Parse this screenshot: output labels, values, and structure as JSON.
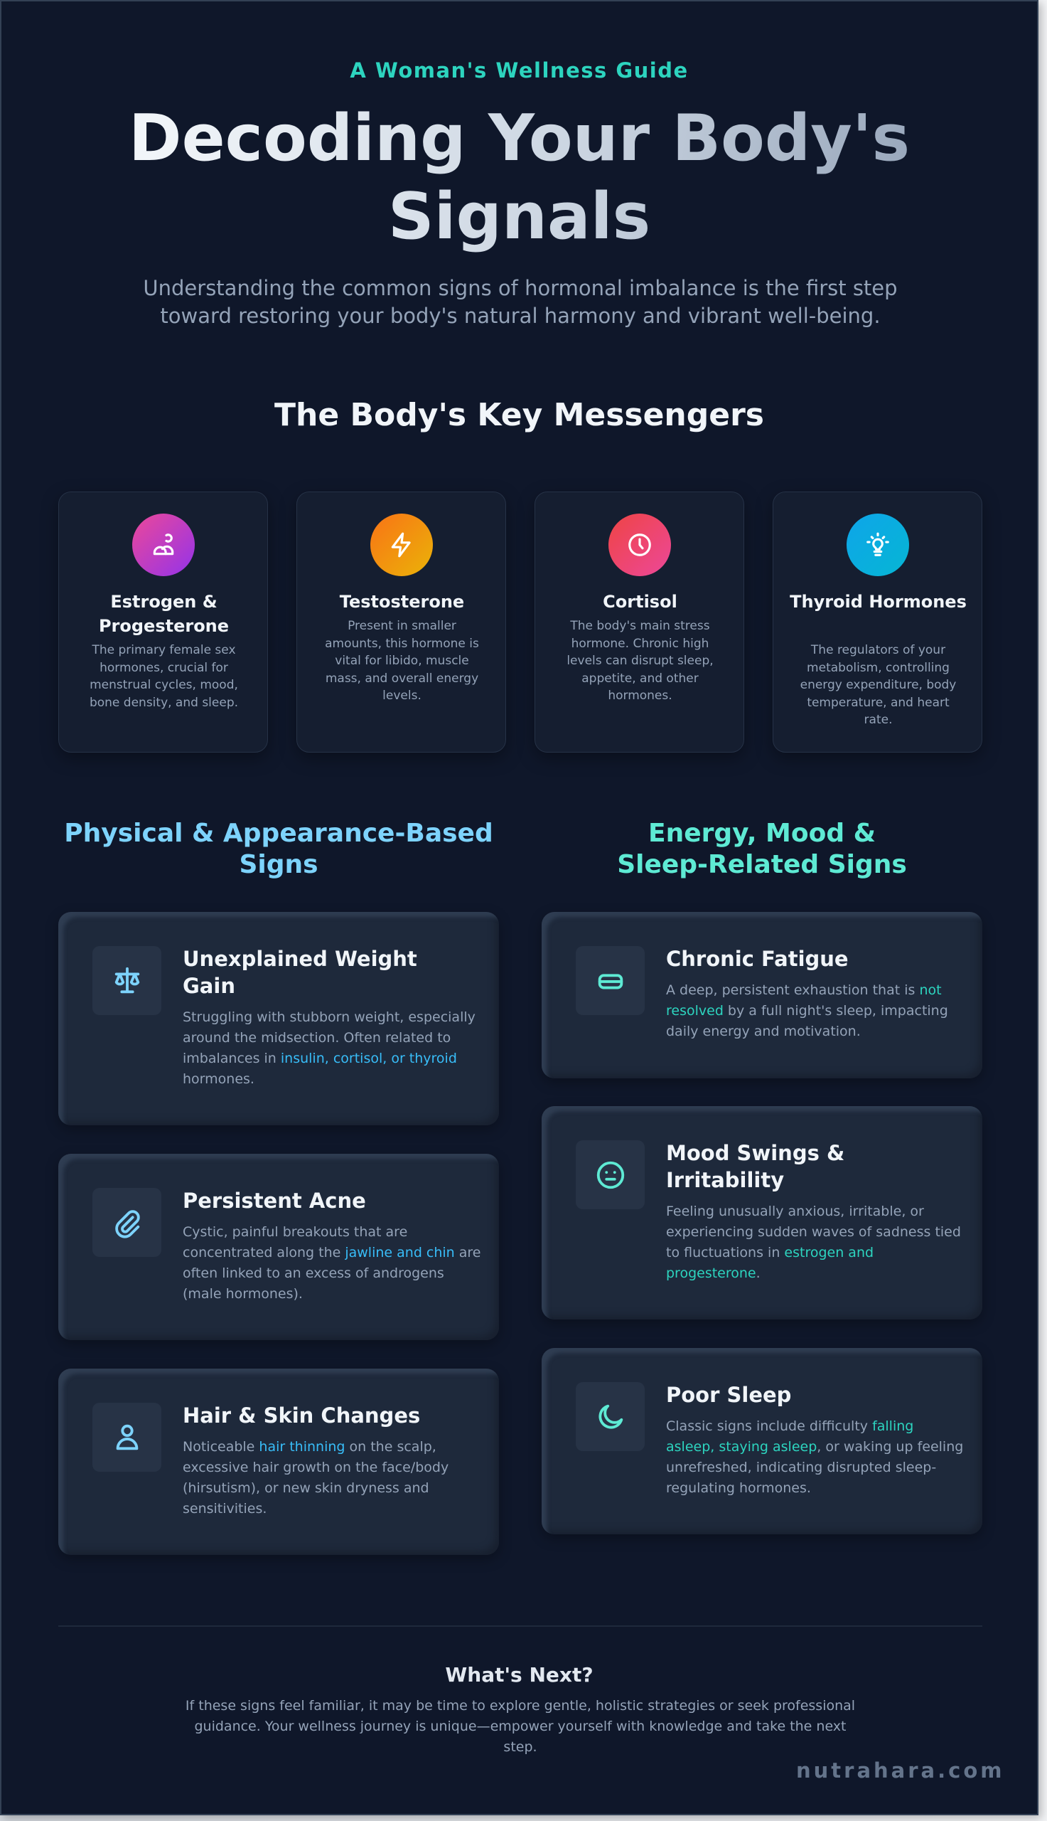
{
  "header": {
    "eyebrow": "A Woman's Wellness Guide",
    "title_line1": "Decoding Your Body's",
    "title_line2": "Signals",
    "subtitle": "Understanding the common signs of hormonal imbalance is the first step toward restoring your body's natural harmony and vibrant well-being."
  },
  "messengers": {
    "title": "The Body's Key Messengers",
    "cards": [
      {
        "name": "Estrogen & Progesterone",
        "icon": "users-icon",
        "gradient": [
          "#ec4899",
          "#9333ea"
        ],
        "description": "The primary female sex hormones, crucial for menstrual cycles, mood, bone density, and sleep."
      },
      {
        "name": "Testosterone",
        "icon": "lightning-bolt-icon",
        "gradient": [
          "#f97316",
          "#eab308"
        ],
        "description": "Present in smaller amounts, this hormone is vital for libido, muscle mass, and overall energy levels."
      },
      {
        "name": "Cortisol",
        "icon": "clock-icon",
        "gradient": [
          "#ef4444",
          "#ec4899"
        ],
        "description": "The body's main stress hormone. Chronic high levels can disrupt sleep, appetite, and other hormones."
      },
      {
        "name": "Thyroid Hormones",
        "icon": "lightbulb-icon",
        "gradient": [
          "#0ea5e9",
          "#06b6d4"
        ],
        "description": "The regulators of your metabolism, controlling energy expenditure, body temperature, and heart rate."
      }
    ]
  },
  "physical": {
    "heading": "Physical & Appearance-Based Signs",
    "color": "#7dd3fc",
    "items": [
      {
        "title": "Unexplained Weight Gain",
        "icon": "scale-icon",
        "desc_before": "Struggling with stubborn weight, especially around the midsection. Often related to imbalances in ",
        "desc_highlight": "insulin, cortisol, or thyroid",
        "desc_after": " hormones."
      },
      {
        "title": "Persistent Acne",
        "icon": "paperclip-icon",
        "desc_before": "Cystic, painful breakouts that are concentrated along the ",
        "desc_highlight": "jawline and chin",
        "desc_after": " are often linked to an excess of androgens (male hormones)."
      },
      {
        "title": "Hair & Skin Changes",
        "icon": "user-icon",
        "desc_before": "Noticeable ",
        "desc_highlight": "hair thinning",
        "desc_after": " on the scalp, excessive hair growth on the face/body (hirsutism), or new skin dryness and sensitivities."
      }
    ]
  },
  "energy": {
    "heading": "Energy, Mood & Sleep-Related Signs",
    "color": "#5eead4",
    "items": [
      {
        "title": "Chronic Fatigue",
        "icon": "battery-icon",
        "desc_before": "A deep, persistent exhaustion that is ",
        "desc_highlight": "not resolved",
        "desc_after": " by a full night's sleep, impacting daily energy and motivation."
      },
      {
        "title": "Mood Swings & Irritability",
        "icon": "face-icon",
        "desc_before": "Feeling unusually anxious, irritable, or experiencing sudden waves of sadness tied to fluctuations in ",
        "desc_highlight": "estrogen and progesterone",
        "desc_after": "."
      },
      {
        "title": "Poor Sleep",
        "icon": "moon-icon",
        "desc_before": "Classic signs include difficulty ",
        "desc_highlight": "falling asleep, staying asleep",
        "desc_after": ", or waking up feeling unrefreshed, indicating disrupted sleep-regulating hormones."
      }
    ]
  },
  "footer": {
    "title": "What's Next?",
    "description": "If these signs feel familiar, it may be time to explore gentle, holistic strategies or seek professional guidance. Your wellness journey is unique—empower yourself with knowledge and take the next step.",
    "brand": "nutrahara.com"
  },
  "colors": {
    "background": "#0f172a",
    "accent_teal": "#2dd4bf",
    "accent_blue": "#38bdf8"
  }
}
